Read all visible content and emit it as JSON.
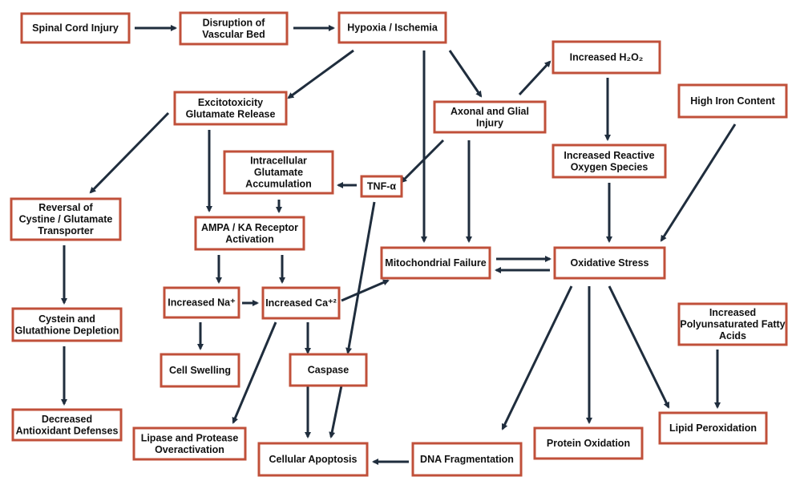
{
  "colors": {
    "box_border": "#c0503a",
    "arrow": "#1f2d3d",
    "text": "#111111",
    "background": "#ffffff"
  },
  "nodes": {
    "spinal_cord_injury": {
      "lines": [
        "Spinal Cord Injury"
      ]
    },
    "disruption_vascular_bed": {
      "lines": [
        "Disruption of",
        "Vascular Bed"
      ]
    },
    "hypoxia_ischemia": {
      "lines": [
        "Hypoxia / Ischemia"
      ]
    },
    "increased_h2o2": {
      "lines": [
        "Increased H₂O₂"
      ]
    },
    "excitotoxicity": {
      "lines": [
        "Excitotoxicity",
        "Glutamate Release"
      ]
    },
    "axonal_glial_injury": {
      "lines": [
        "Axonal and Glial",
        "Injury"
      ]
    },
    "high_iron_content": {
      "lines": [
        "High Iron Content"
      ]
    },
    "intracellular_glutamate": {
      "lines": [
        "Intracellular",
        "Glutamate",
        "Accumulation"
      ]
    },
    "tnf_alpha": {
      "lines": [
        "TNF-α"
      ]
    },
    "increased_ros": {
      "lines": [
        "Increased Reactive",
        "Oxygen Species"
      ]
    },
    "reversal_transporter": {
      "lines": [
        "Reversal of",
        "Cystine / Glutamate",
        "Transporter"
      ]
    },
    "ampa_ka_activation": {
      "lines": [
        "AMPA / KA Receptor",
        "Activation"
      ]
    },
    "mitochondrial_failure": {
      "lines": [
        "Mitochondrial Failure"
      ]
    },
    "oxidative_stress": {
      "lines": [
        "Oxidative Stress"
      ]
    },
    "increased_na": {
      "lines": [
        "Increased Na⁺"
      ]
    },
    "increased_ca": {
      "lines": [
        "Increased Ca⁺²"
      ]
    },
    "cystein_glutathione_depletion": {
      "lines": [
        "Cystein and",
        "Glutathione Depletion"
      ]
    },
    "increased_pufa": {
      "lines": [
        "Increased",
        "Polyunsaturated Fatty",
        "Acids"
      ]
    },
    "cell_swelling": {
      "lines": [
        "Cell Swelling"
      ]
    },
    "caspase": {
      "lines": [
        "Caspase"
      ]
    },
    "decreased_antioxidant": {
      "lines": [
        "Decreased",
        "Antioxidant Defenses"
      ]
    },
    "lipid_peroxidation": {
      "lines": [
        "Lipid Peroxidation"
      ]
    },
    "lipase_protease": {
      "lines": [
        "Lipase and Protease",
        "Overactivation"
      ]
    },
    "protein_oxidation": {
      "lines": [
        "Protein Oxidation"
      ]
    },
    "cellular_apoptosis": {
      "lines": [
        "Cellular Apoptosis"
      ]
    },
    "dna_fragmentation": {
      "lines": [
        "DNA Fragmentation"
      ]
    }
  }
}
